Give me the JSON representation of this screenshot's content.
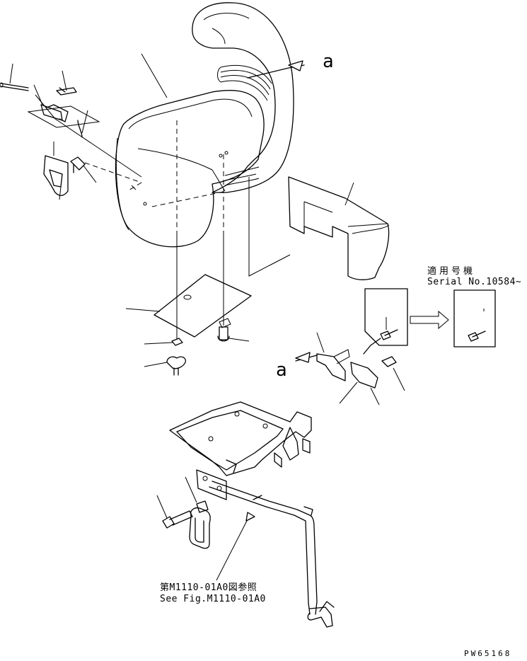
{
  "view_labels": {
    "top_arrow_letter": "a",
    "middle_arrow_letter": "a"
  },
  "serial_note": {
    "line1": "適用号機",
    "line2": "Serial No.10584~"
  },
  "reference_note": {
    "line1": "第M1110-01A0図参照",
    "line2": "See Fig.M1110-01A0"
  },
  "drawing_code": "PW65168",
  "parts": [
    "seat-cushion",
    "backrest",
    "seat-cover-panel",
    "seat-base-plate",
    "wing-bolt",
    "rivet",
    "hinge-bracket",
    "latch",
    "seat-frame",
    "mounting-bracket",
    "hand-grip",
    "bolt",
    "pipe-handle"
  ]
}
